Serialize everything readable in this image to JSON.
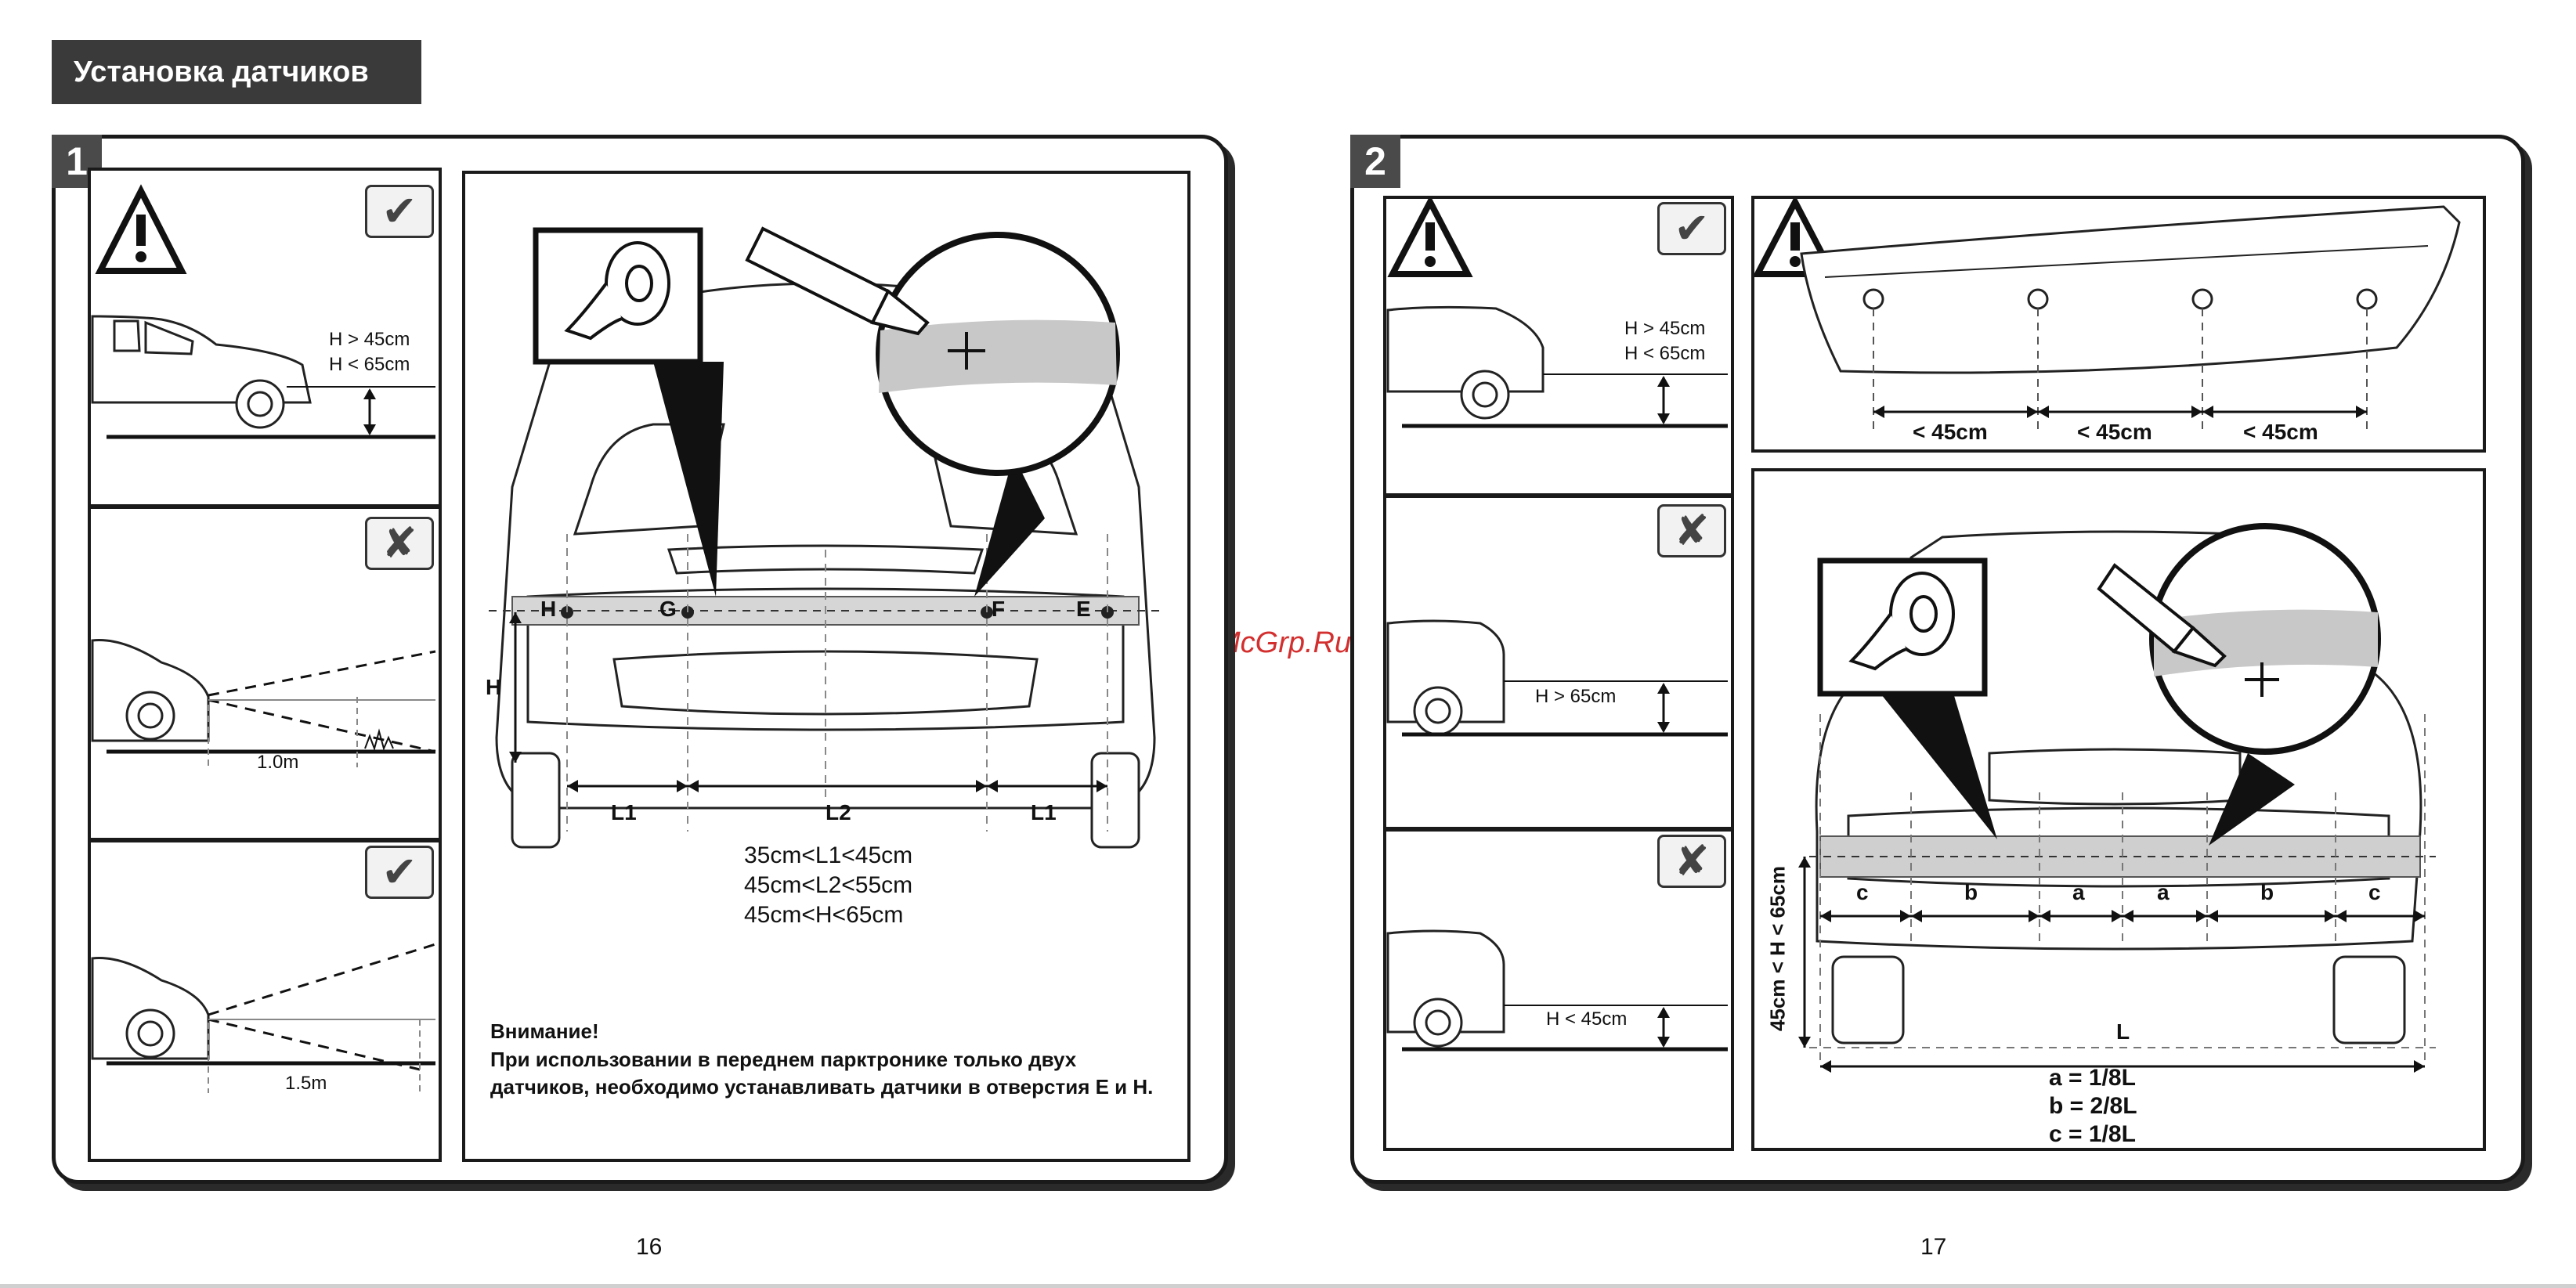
{
  "header": {
    "title": "Установка датчиков"
  },
  "watermark": "McGrp.Ru",
  "page_left": {
    "number": "16",
    "section_badge": "1",
    "height_check": {
      "label_min": "H > 45cm",
      "label_max": "H < 65cm",
      "status_icon": "check-icon"
    },
    "distance_bad": {
      "distance": "1.0m",
      "status_icon": "cross-icon"
    },
    "distance_good": {
      "distance": "1.5m",
      "status_icon": "check-icon"
    },
    "front_diagram": {
      "points": [
        "H",
        "G",
        "F",
        "E"
      ],
      "height_label": "H",
      "dims": [
        "L1",
        "L2",
        "L1"
      ],
      "formulas": [
        "35cm<L1<45cm",
        "45cm<L2<55cm",
        "45cm<H<65cm"
      ],
      "note_title": "Внимание!",
      "note_text": "При использовании в переднем парктронике только двух датчиков, необходимо устанавливать датчики в отверстия Е и Н."
    }
  },
  "page_right": {
    "number": "17",
    "section_badge": "2",
    "height_ok": {
      "label_min": "H > 45cm",
      "label_max": "H < 65cm",
      "status_icon": "check-icon"
    },
    "height_high": {
      "label": "H > 65cm",
      "status_icon": "cross-icon"
    },
    "height_low": {
      "label": "H < 45cm",
      "status_icon": "cross-icon"
    },
    "bumper_top": {
      "gaps": [
        "< 45cm",
        "< 45cm",
        "< 45cm"
      ]
    },
    "rear_diagram": {
      "segments": [
        "c",
        "b",
        "a",
        "a",
        "b",
        "c"
      ],
      "vertical_label": "45cm < H < 65cm",
      "total_label": "L",
      "formulas": [
        "a = 1/8L",
        "b = 2/8L",
        "c = 1/8L"
      ]
    }
  },
  "colors": {
    "header_bg": "#3a3a3a",
    "badge_bg": "#4a4a4a",
    "watermark": "#d32f2f",
    "highlight": "#c8c8c8"
  }
}
